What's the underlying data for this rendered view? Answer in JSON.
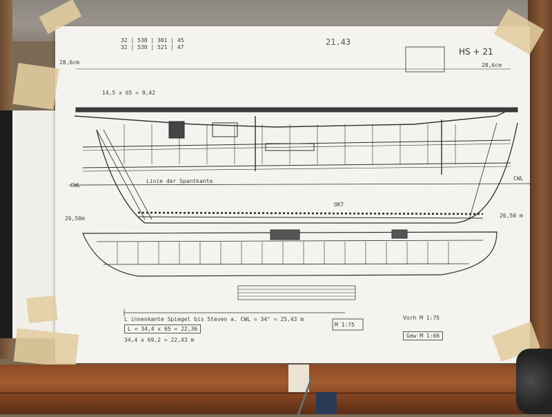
{
  "sheet": {
    "header_codes": [
      "32 | 538 | 301 | 45",
      "32 | 530 | 521 | 47"
    ],
    "sheet_number": "21.43",
    "drawing_code": "HS + 21",
    "scale_box": "M 1:75",
    "left_offset": "28,6cm",
    "right_offset": "28,6cm",
    "dim_top": "14,5 x 65 = 9,42",
    "length_note": "L innenkante Spiegel bis Steven a. CWL = 34° = 25,43 m",
    "length_box": "L = 34,4 x 65 = 22,36",
    "length_calc": "34,4 x 69,2 = 22,43 m",
    "scale_note_1": "Vorh M 1:75",
    "scale_note_2": "Gew M 1:66",
    "cwl_left": "CWL",
    "cwl_right": "CWL",
    "okt": "OKT",
    "dim_left": "26,50m",
    "dim_right": "26,50 m",
    "inner_note": "Linie der Spantkante"
  },
  "colors": {
    "paper": "#f4f3ef",
    "ink": "#2e2e2e",
    "wood": "#a35b2e",
    "tape": "#e2cda0"
  }
}
